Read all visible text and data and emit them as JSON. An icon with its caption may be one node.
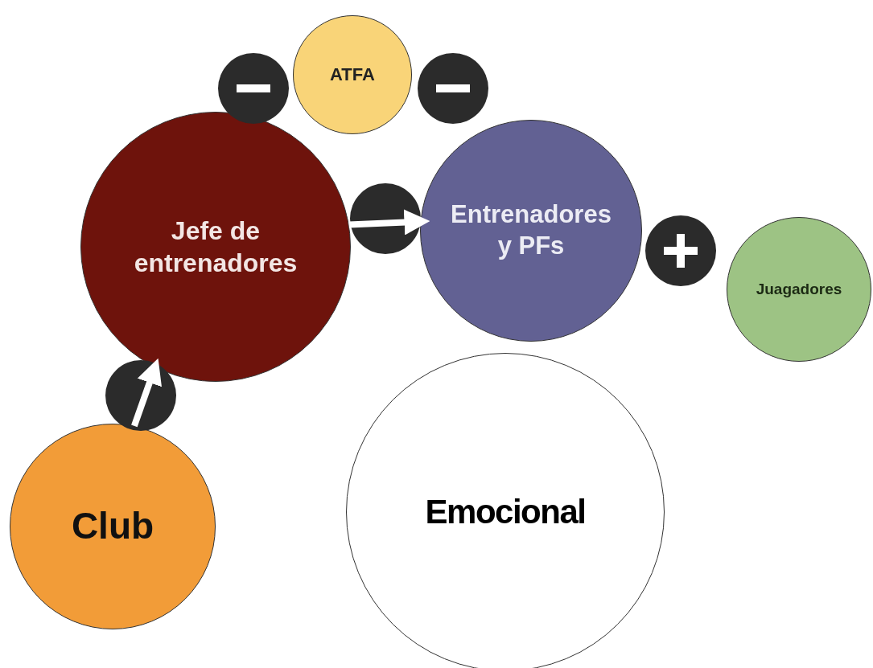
{
  "diagram": {
    "nodes": [
      {
        "text": [
          "ATFA"
        ]
      },
      {
        "text": [
          "Jefe de entrenadores"
        ]
      },
      {
        "text": [
          "Entrenadores y PFs"
        ]
      },
      {
        "text": [
          "Juagadores"
        ]
      },
      {
        "text": [
          "Club"
        ]
      },
      {
        "text": [
          "Emocional"
        ]
      }
    ],
    "edges": [
      {
        "from": 4,
        "to": 1,
        "arrow": "to"
      },
      {
        "from": 1,
        "to": 2,
        "arrow": "to"
      }
    ]
  }
}
